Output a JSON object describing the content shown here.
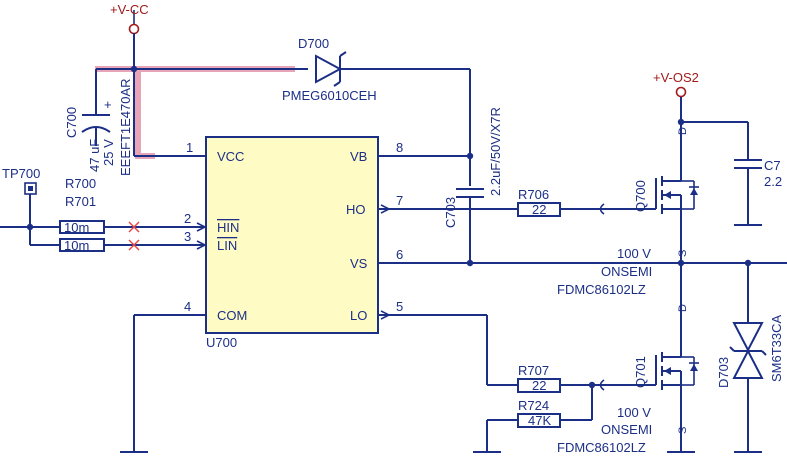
{
  "nets": {
    "vcc": "+V-CC",
    "vos2": "+V-OS2"
  },
  "ic": {
    "ref": "U700",
    "pins": {
      "vcc": "VCC",
      "hin": "HIN",
      "lin": "LIN",
      "com": "COM",
      "vb": "VB",
      "ho": "HO",
      "vs": "VS",
      "lo": "LO",
      "n1": "1",
      "n2": "2",
      "n3": "3",
      "n4": "4",
      "n5": "5",
      "n6": "6",
      "n7": "7",
      "n8": "8"
    }
  },
  "d700": {
    "ref": "D700",
    "part": "PMEG6010CEH"
  },
  "c700": {
    "ref": "C700",
    "value1": "47 uF",
    "value2": "25 V",
    "part": "EEEFT1E470AR"
  },
  "c703": {
    "ref": "C703",
    "value": "2.2uF/50V/X7R"
  },
  "tp700": {
    "ref": "TP700"
  },
  "r700": {
    "ref": "R700",
    "value": "10m"
  },
  "r701": {
    "ref": "R701",
    "value": "10m"
  },
  "r706": {
    "ref": "R706",
    "value": "22"
  },
  "r707": {
    "ref": "R707",
    "value": "22"
  },
  "r724": {
    "ref": "R724",
    "value": "47K"
  },
  "q700": {
    "ref": "Q700",
    "volt": "100 V",
    "mfr": "ONSEMI",
    "part": "FDMC86102LZ"
  },
  "q701": {
    "ref": "Q701",
    "volt": "100 V",
    "mfr": "ONSEMI",
    "part": "FDMC86102LZ"
  },
  "c7": {
    "ref": "C7",
    "value": "2.2"
  },
  "d703": {
    "ref": "D703",
    "part": "SM6T33CA"
  },
  "mosfet_pins": {
    "d": "D",
    "s": "S",
    "g": "G"
  }
}
